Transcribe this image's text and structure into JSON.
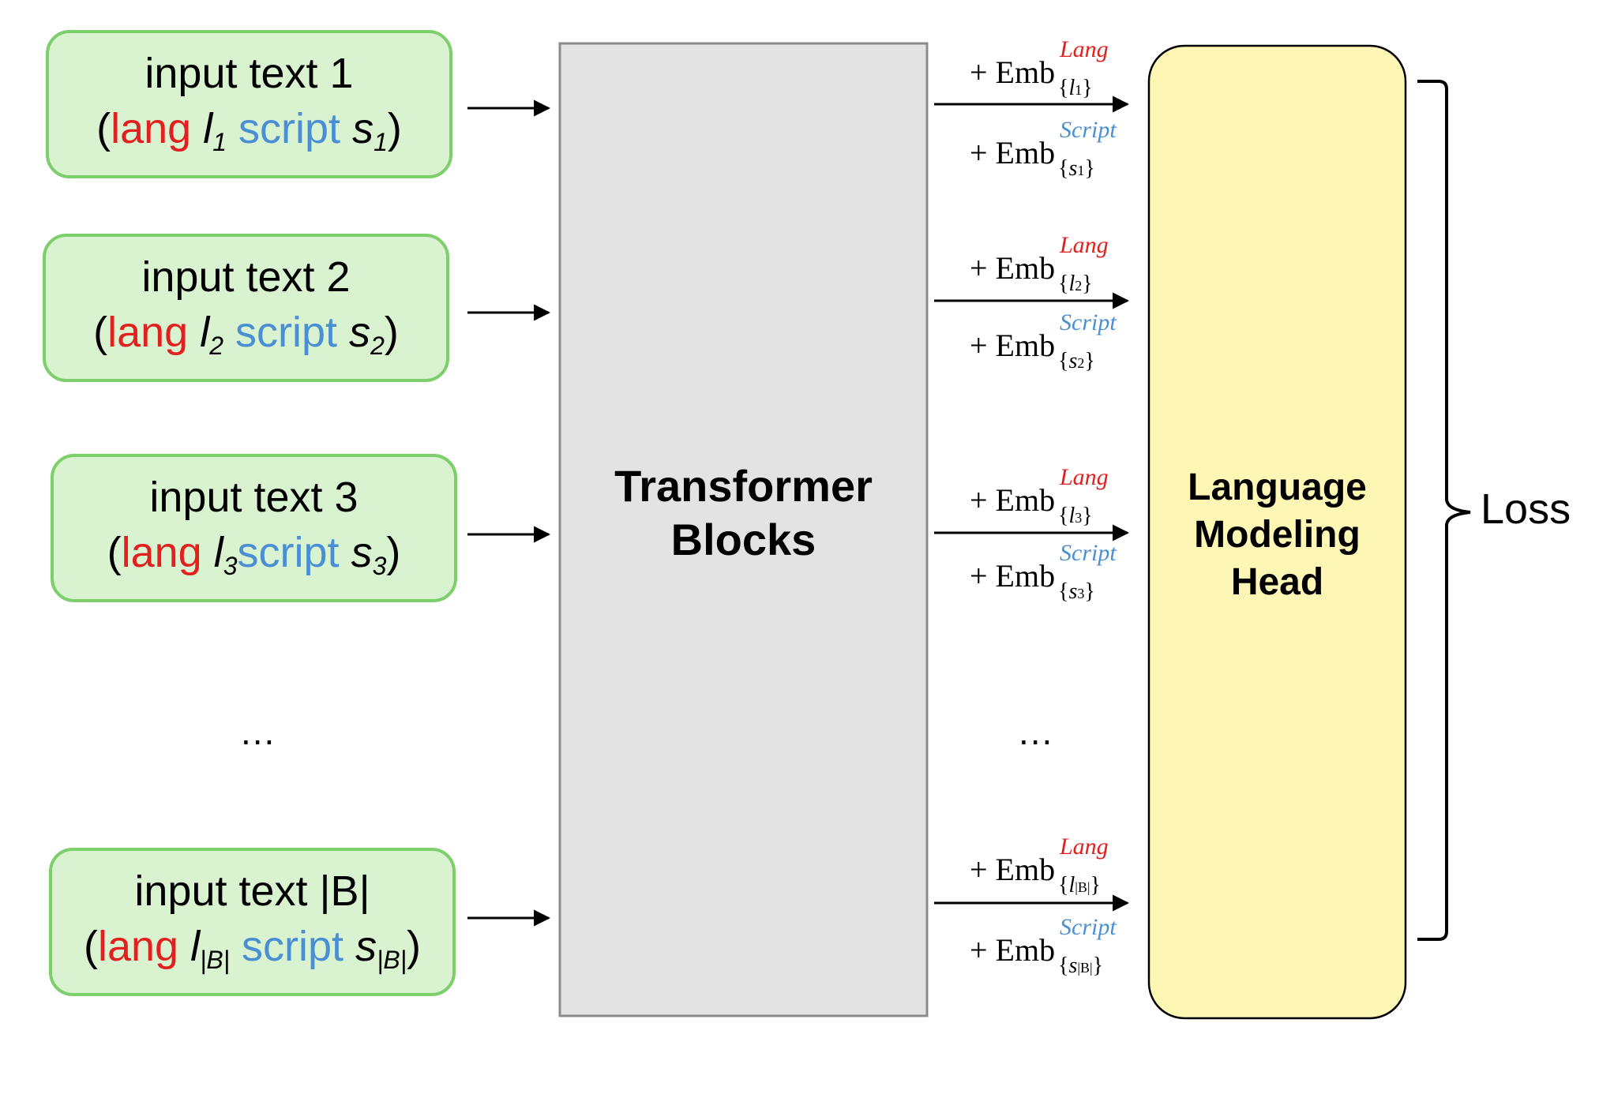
{
  "inputs": [
    {
      "title": "input text 1",
      "paren_open": "(",
      "lang_word": "lang",
      "l_sym": "l",
      "l_sub": "1",
      "script_word": "script",
      "s_sym": "s",
      "s_sub": "1",
      "paren_close": ")"
    },
    {
      "title": "input text 2",
      "paren_open": "(",
      "lang_word": "lang",
      "l_sym": "l",
      "l_sub": "2",
      "script_word": "script",
      "s_sym": "s",
      "s_sub": "2",
      "paren_close": ")"
    },
    {
      "title": "input text 3",
      "paren_open": "(",
      "lang_word": "lang",
      "l_sym": "l",
      "l_sub": "3",
      "script_word": "script",
      "s_sym": "s",
      "s_sub": "3",
      "paren_close": ")"
    },
    {
      "title": "input text |B|",
      "paren_open": "(",
      "lang_word": "lang",
      "l_sym": "l",
      "l_sub": "|B|",
      "script_word": "script",
      "s_sym": "s",
      "s_sub": "|B|",
      "paren_close": ")"
    }
  ],
  "ellipsis_left": "...",
  "ellipsis_right": "...",
  "transformer": {
    "line1": "Transformer",
    "line2": "Blocks",
    "fill": "#e3e3e3",
    "border": "#8c8c8c"
  },
  "lm_head": {
    "line1": "Language",
    "line2": "Modeling",
    "line3": "Head",
    "fill": "#fdf6b4",
    "border": "#000000"
  },
  "embeddings": [
    {
      "lang": {
        "prefix": "+ Emb",
        "sup": "Lang",
        "sub_open": "{",
        "sub_sym": "l",
        "sub_idx": "1",
        "sub_close": "}"
      },
      "script": {
        "prefix": "+ Emb",
        "sup": "Script",
        "sub_open": "{",
        "sub_sym": "s",
        "sub_idx": "1",
        "sub_close": "}"
      }
    },
    {
      "lang": {
        "prefix": "+ Emb",
        "sup": "Lang",
        "sub_open": "{",
        "sub_sym": "l",
        "sub_idx": "2",
        "sub_close": "}"
      },
      "script": {
        "prefix": "+ Emb",
        "sup": "Script",
        "sub_open": "{",
        "sub_sym": "s",
        "sub_idx": "2",
        "sub_close": "}"
      }
    },
    {
      "lang": {
        "prefix": "+ Emb",
        "sup": "Lang",
        "sub_open": "{",
        "sub_sym": "l",
        "sub_idx": "3",
        "sub_close": "}"
      },
      "script": {
        "prefix": "+ Emb",
        "sup": "Script",
        "sub_open": "{",
        "sub_sym": "s",
        "sub_idx": "3",
        "sub_close": "}"
      }
    },
    {
      "lang": {
        "prefix": "+ Emb",
        "sup": "Lang",
        "sub_open": "{",
        "sub_sym": "l",
        "sub_idx": "|B|",
        "sub_close": "}"
      },
      "script": {
        "prefix": "+ Emb",
        "sup": "Script",
        "sub_open": "{",
        "sub_sym": "s",
        "sub_idx": "|B|",
        "sub_close": "}"
      }
    }
  ],
  "loss_label": "Loss",
  "colors": {
    "lang": "#e32020",
    "script": "#4a8fd4",
    "input_fill": "#d9f2d0",
    "input_border": "#7ccf6a"
  }
}
